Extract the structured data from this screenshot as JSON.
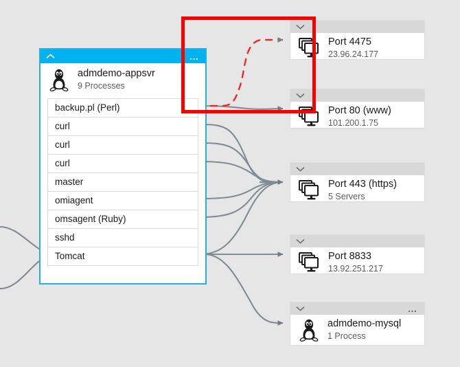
{
  "view": {
    "background_color": "#e6e6e6",
    "accent_color": "#00b3ef",
    "annotation_color": "#fb0000",
    "edge_color": "#7f8c93",
    "highlight_edge_color": "#f32222"
  },
  "machine_panel": {
    "collapse_icon": "chevron-up-icon",
    "menu_icon": "ellipsis-icon",
    "os_icon": "linux-penguin-icon",
    "name": "admdemo-appsvr",
    "process_count_label": "9 Processes",
    "processes": [
      {
        "label": "backup.pl (Perl)"
      },
      {
        "label": "curl"
      },
      {
        "label": "curl"
      },
      {
        "label": "curl"
      },
      {
        "label": "master"
      },
      {
        "label": "omiagent"
      },
      {
        "label": "omsagent (Ruby)"
      },
      {
        "label": "sshd"
      },
      {
        "label": "Tomcat"
      }
    ]
  },
  "nodes": [
    {
      "id": "port-4475",
      "expand_icon": "chevron-down-icon",
      "icon": "server-stack-icon",
      "title": "Port 4475",
      "subtitle": "23.96.24.177",
      "has_menu": false
    },
    {
      "id": "port-80",
      "expand_icon": "chevron-down-icon",
      "icon": "server-stack-icon",
      "title": "Port 80 (www)",
      "subtitle": "101.200.1.75",
      "has_menu": false
    },
    {
      "id": "port-443",
      "expand_icon": "chevron-down-icon",
      "icon": "server-stack-icon",
      "title": "Port 443 (https)",
      "subtitle": "5 Servers",
      "has_menu": false
    },
    {
      "id": "port-8833",
      "expand_icon": "chevron-down-icon",
      "icon": "server-stack-icon",
      "title": "Port 8833",
      "subtitle": "13.92.251.217",
      "has_menu": false
    },
    {
      "id": "admdemo-mysql",
      "expand_icon": "chevron-down-icon",
      "icon": "linux-penguin-icon",
      "title": "admdemo-mysql",
      "subtitle": "1 Process",
      "has_menu": true,
      "menu_icon": "ellipsis-icon"
    }
  ],
  "annotation": {
    "shape": "rectangle",
    "color": "#fb0000"
  }
}
